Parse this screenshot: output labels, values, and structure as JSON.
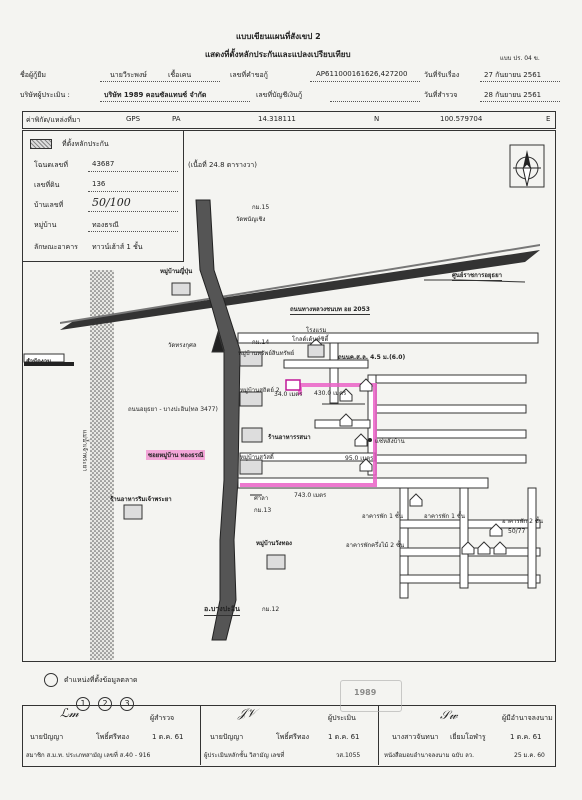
{
  "header": {
    "title1": "แบบเขียนแผนที่สังเขป 2",
    "title2": "แสดงที่ตั้งหลักประกันและแปลงเปรียบเทียบ",
    "form_no": "แบบ ปร. 04 ข."
  },
  "info": {
    "row1": {
      "label_name": "ชื่อผู้กู้ยืม",
      "name": "นายวีระพงษ์",
      "surname": "เชื้อเคน",
      "label_loan": "เลขที่คำขอกู้",
      "loan_no": "AP611000161626,427200",
      "label_received": "วันที่รับเรื่อง",
      "received_date": "27 กันยายน 2561"
    },
    "row2": {
      "label_company": "บริษัทผู้ประเมิน :",
      "company": "บริษัท 1989 คอนซัลแทนซ์ จำกัด",
      "label_account": "เลขที่บัญชีเงินกู้",
      "label_inspect": "วันที่สำรวจ",
      "inspect_date": "28 กันยายน 2561"
    }
  },
  "gps": {
    "label": "ค่าพิกัด/แหล่งที่มา",
    "source": "GPS",
    "system": "PA",
    "lat": "14.318111",
    "lat_dir": "N",
    "lon": "100.579704",
    "lon_dir": "E"
  },
  "legend": {
    "title": "ที่ตั้งหลักประกัน",
    "deed_label": "โฉนดเลขที่",
    "deed_no": "43687",
    "area": "(เนื้อที่ 24.8 ตารางวา)",
    "land_label": "เลขที่ดิน",
    "land_no": "136",
    "house_label": "บ้านเลขที่",
    "house_no": "50/100",
    "village_label": "หมู่บ้าน",
    "village": "ทองธรณี",
    "building_label": "ลักษณะอาคาร",
    "building": "ทาวน์เฮ้าส์ 1 ชั้น"
  },
  "map": {
    "km15": "กม.15",
    "wat_phanoeng": "วัดพนัญเชิง",
    "village_yipun": "หมู่บ้านญี่ปุ่น",
    "ayutthaya_center": "ศูนย์ราชการอยุธยา",
    "highway": "ถนนทางหลวงชนบท อย 2053",
    "hospital": "โรงแรม",
    "hospital2": "โกลด์เด้นท์ซิตี้",
    "wat_song": "วัดทรงกุศล",
    "km14": "กม.14",
    "village_sinsap": "หมู่บ้านทรัพย์สินทรัพย์",
    "police": "สำนักงาน",
    "soi_road": "ถนนค.ส.ล. 4.5 ม.(6.0)",
    "village_satit": "หมู่บ้านสถิตย์ 2",
    "road_ay": "ถนนอยุธยา - บางปะอิน(ทล 3477)",
    "dist_34": "34.0 เมตร",
    "dist_430": "430.0 เมตร",
    "restaurant": "ร้านอาหารรสนา",
    "village_sawat": "หมู่บ้านสวัสดิ์",
    "pink_label": "ซอยหมู่บ้าน ทองธรณี",
    "dist_95": "95.0 เมตร",
    "terrace": "แซ่หลังบ้าน",
    "sala": "ศาลา",
    "dist_743": "743.0 เมตร",
    "km13": "กม.13",
    "shop": "ร้านอาหารริมเจ้าพระยา",
    "bldg1": "อาคารพัก 1 ชั้น",
    "bldg1b": "อาคารพัก 1 ชั้น",
    "bldg2": "อาคารพัก 2 ชั้น",
    "bldg_no": "50/77",
    "bldg_half": "อาคารพักครึ่งไม้ 2 ชั้น",
    "village_wangthong": "หมู่บ้านวังทอง",
    "bangpain": "อ.บางปะอิน",
    "km12": "กม.12",
    "river": "แม่น้ำเจ้าพระยา"
  },
  "markers": {
    "label": "ตำแหน่งที่ตั้งข้อมูลตลาด",
    "items": [
      "1",
      "2",
      "3"
    ]
  },
  "signatures": {
    "col1": {
      "role": "ผู้สำรวจ",
      "name": "นายปัญญา",
      "surname": "โพธิ์ศรีทอง",
      "date": "1 ต.ค. 61",
      "footer": "สมาชิก ส.ม.ท. ประเภทสามัญ เลขที่ ส.40 - 916"
    },
    "col2": {
      "role": "ผู้ประเมิน",
      "name": "นายปัญญา",
      "surname": "โพธิ์ศรีทอง",
      "date": "1 ต.ค. 61",
      "footer": "ผู้ประเมินหลักชั้น วิสามัญ เลขที่",
      "footer_no": "วส.1055"
    },
    "col3": {
      "role": "ผู้มีอำนาจลงนาม",
      "name": "นางสาวจันทนา",
      "surname": "เยี่ยมโอฬารู",
      "date": "1 ต.ค. 61",
      "footer": "หนังสือมอบอำนาจลงนาม ฉบับ ลว.",
      "footer_date": "25 ม.ค. 60"
    },
    "stamp": "1989"
  }
}
